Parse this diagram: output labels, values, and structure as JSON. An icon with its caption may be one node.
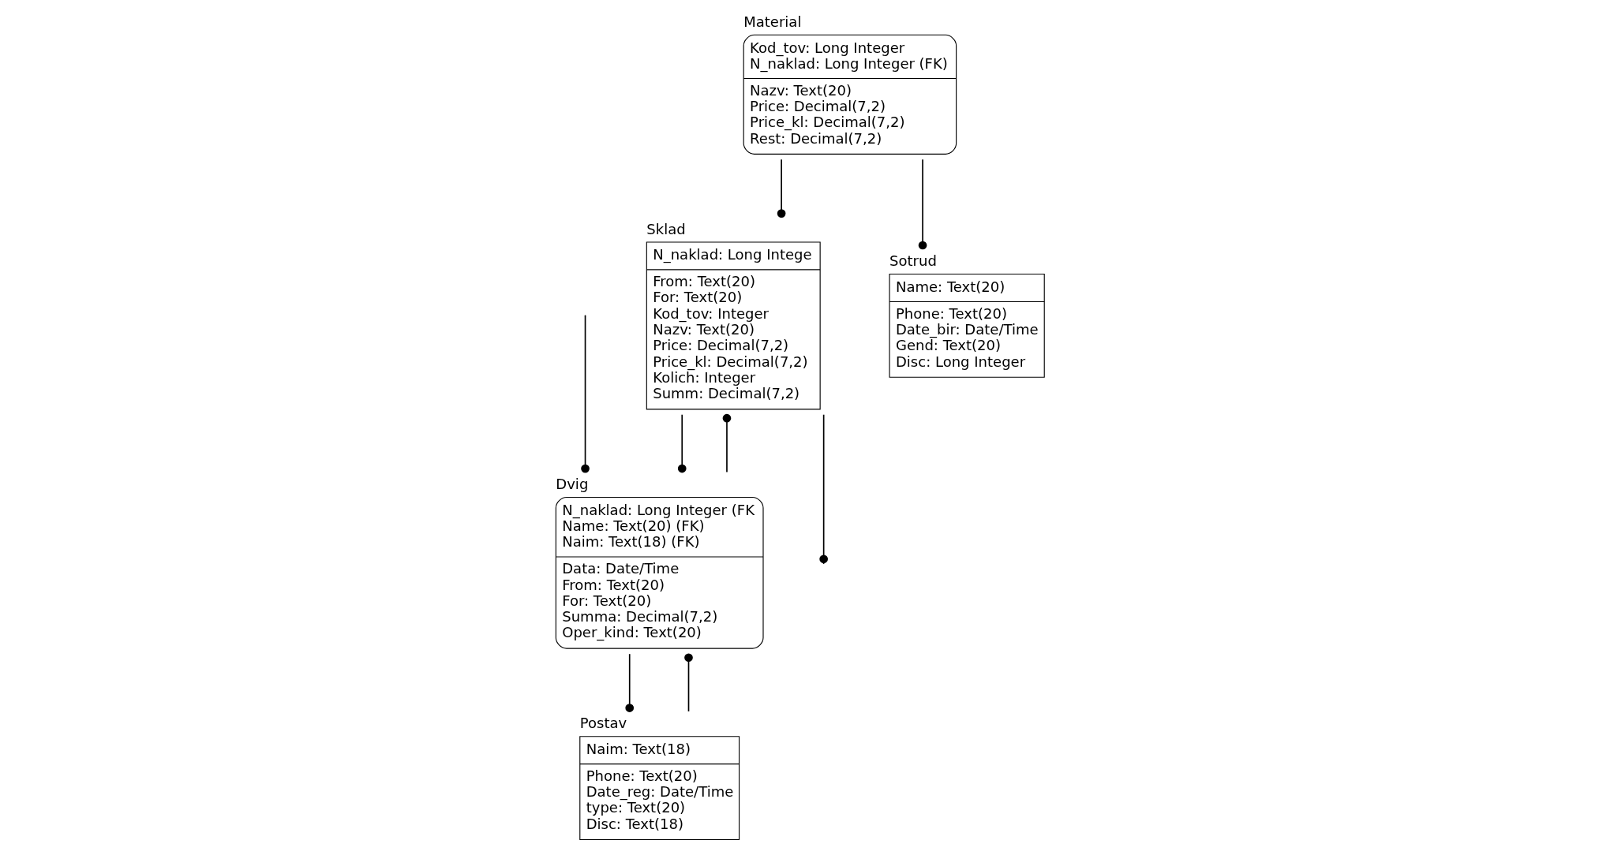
{
  "diagram": {
    "nodes": [
      {
        "text": [
          "Sklad",
          "N_naklad: Long Intege",
          "From: Text(20)",
          "For: Text(20)",
          "Kod_tov: Integer",
          "Nazv: Text(20)",
          "Price: Decimal(7,2)",
          "Price_kl: Decimal(7,2)",
          "Kolich: Integer",
          "Summ: Decimal(7,2)"
        ]
      },
      {
        "text": [
          "Dvig",
          "N_naklad: Long Integer (FK",
          "Name: Text(20) (FK)",
          "Naim: Text(18) (FK)",
          "Data: Date/Time",
          "From: Text(20)",
          "For: Text(20)",
          "Summa: Decimal(7,2)",
          "Oper_kind: Text(20)"
        ]
      },
      {
        "text": [
          "Postav",
          "Naim: Text(18)",
          "Phone: Text(20)",
          "Date_reg: Date/Time",
          "type: Text(20)",
          "Disc: Text(18)"
        ]
      },
      {
        "text": [
          "Material",
          "Kod_tov: Long Integer",
          "N_naklad: Long Integer (FK)",
          "Nazv: Text(20)",
          "Price: Decimal(7,2)",
          "Price_kl: Decimal(7,2)",
          "Rest: Decimal(7,2)"
        ]
      },
      {
        "text": [
          "Sotrud",
          "Name: Text(20)",
          "Phone: Text(20)",
          "Date_bir: Date/Time",
          "Gend: Text(20)",
          "Disc: Long Integer"
        ]
      }
    ],
    "edges": [
      {
        "from": 1,
        "to": 0,
        "arrow": "other"
      },
      {
        "from": 0,
        "to": 1,
        "arrow": "other"
      },
      {
        "from": 1,
        "to": 2,
        "arrow": "other"
      },
      {
        "from": 2,
        "to": 1,
        "arrow": "other"
      },
      {
        "from": null,
        "to": 1,
        "arrow": "other"
      },
      {
        "from": 0,
        "to": null,
        "arrow": "other"
      },
      {
        "from": 3,
        "to": 0,
        "arrow": "other"
      },
      {
        "from": 3,
        "to": 4,
        "arrow": "other"
      }
    ]
  }
}
